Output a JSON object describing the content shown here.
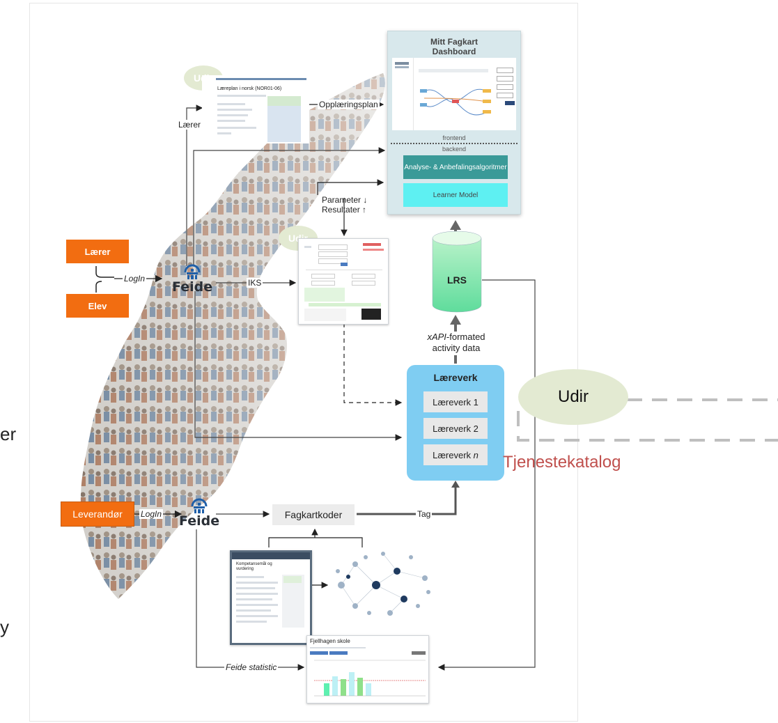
{
  "roles": {
    "laerer": "Lærer",
    "elev": "Elev",
    "leverandor": "Leverandør"
  },
  "feide": {
    "label": "Feide"
  },
  "labels": {
    "login_1": "LogIn",
    "login_2": "LogIn",
    "iks": "IKS",
    "laerer_side": "Lærer",
    "opplaeringsplan": "Opplæringsplan",
    "parameter": "Parameter ↓",
    "resultater": "Resultater ↑",
    "xapi_1": "xAPI",
    "xapi_2": "-formated",
    "xapi_3": "activity data",
    "tag": "Tag",
    "feide_statistic": "Feide statistic"
  },
  "udir": {
    "top": "Udir",
    "middle": "Udir",
    "right": "Udir"
  },
  "dashboard": {
    "title_1": "Mitt Fagkart",
    "title_2": "Dashboard",
    "frontend": "frontend",
    "backend": "backend",
    "algo": "Analyse- & Anbefalingsalgoritmer",
    "learner_model": "Learner Model"
  },
  "lrs": {
    "label": "LRS"
  },
  "laereverk": {
    "title": "Læreverk",
    "items": [
      "Læreverk 1",
      "Læreverk 2",
      "Læreverk"
    ],
    "n": "n"
  },
  "tjenestekatalog": "Tjenestekatalog",
  "fagkartkoder": "Fagkartkoder",
  "screens": {
    "laereplan_title": "Læreplan i norsk (NOR01-06)",
    "kompetansemal_title": "Kompetansemål og vurdering",
    "fjellhagen": "Fjellhagen skole"
  },
  "side_text": {
    "left_top": "er",
    "left_bottom": "y"
  },
  "colors": {
    "orange": "#f26d11",
    "teal": "#3a9a98",
    "cyan": "#5ef0f2",
    "lightblue": "#7fcdf2",
    "katalog": "#c0504d"
  }
}
